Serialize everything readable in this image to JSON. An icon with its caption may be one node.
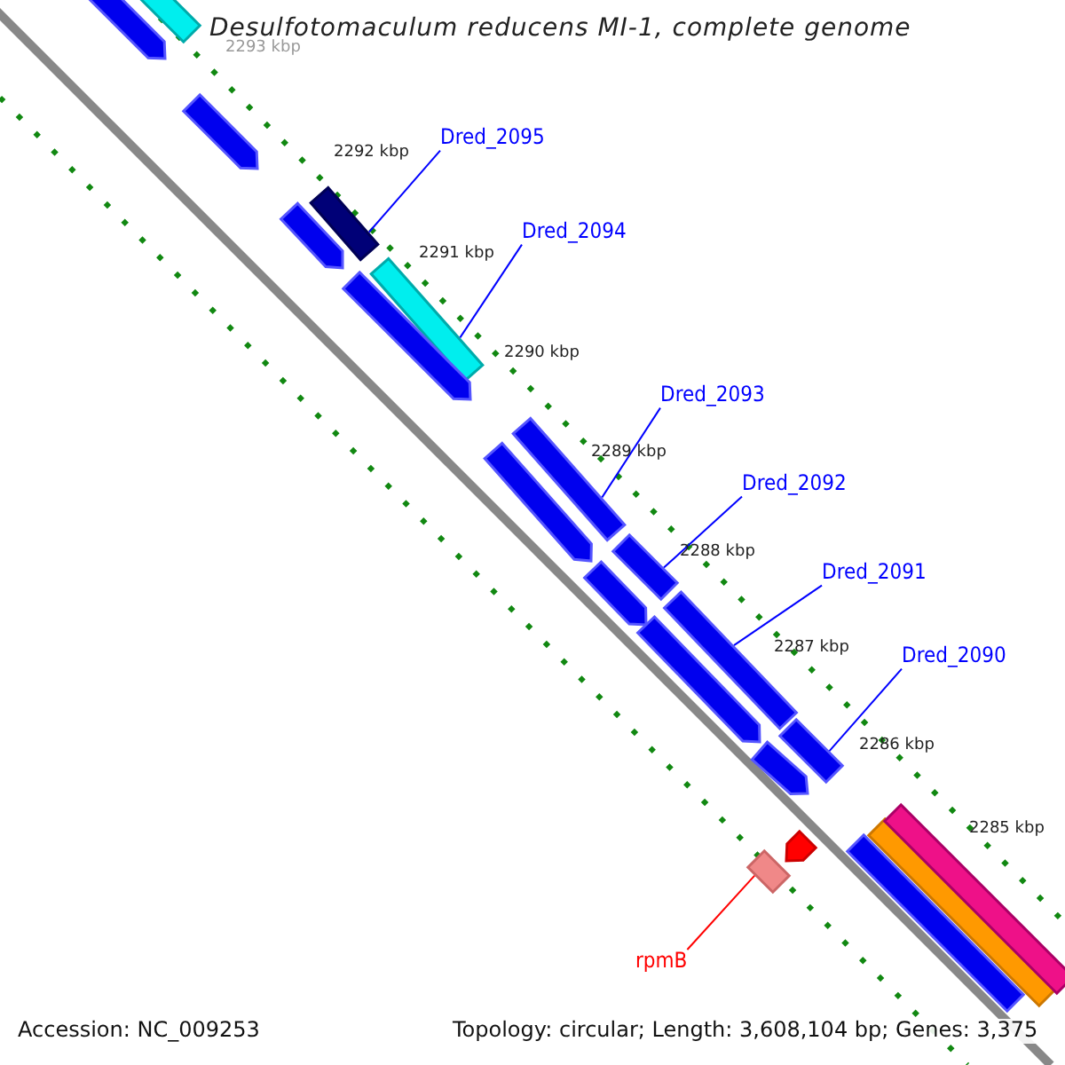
{
  "diagram": {
    "title": "Desulfotomaculum reducens MI-1, complete genome",
    "nodes": [
      {
        "text": [
          "Dred_2095"
        ]
      },
      {
        "text": [],
        "shape": "bar"
      },
      {
        "text": [
          "Dred_2094"
        ]
      },
      {
        "text": [],
        "shape": "bar"
      },
      {
        "text": [
          "Dred_2093"
        ]
      },
      {
        "text": [],
        "shape": "bar"
      },
      {
        "text": [
          "Dred_2092"
        ]
      },
      {
        "text": [],
        "shape": "bar"
      },
      {
        "text": [
          "Dred_2091"
        ]
      },
      {
        "text": [],
        "shape": "bar"
      },
      {
        "text": [
          "Dred_2090"
        ]
      },
      {
        "text": [],
        "shape": "bar"
      },
      {
        "text": [
          "rpmB"
        ]
      },
      {
        "text": [],
        "shape": "box"
      },
      {
        "text": [],
        "shape": "arrow"
      },
      {
        "text": [],
        "shape": "bar"
      },
      {
        "text": [],
        "shape": "arrow"
      },
      {
        "text": [],
        "shape": "arrow"
      },
      {
        "text": [],
        "shape": "arrow"
      },
      {
        "text": [],
        "shape": "arrow"
      },
      {
        "text": [],
        "shape": "arrow"
      },
      {
        "text": [],
        "shape": "arrow"
      },
      {
        "text": [],
        "shape": "arrow"
      },
      {
        "text": [],
        "shape": "arrow"
      },
      {
        "text": [],
        "shape": "bar"
      },
      {
        "text": [],
        "shape": "bar"
      },
      {
        "text": [],
        "shape": "bar"
      }
    ],
    "edges": [
      {
        "from": 0,
        "to": 1,
        "arrow": "none"
      },
      {
        "from": 2,
        "to": 3,
        "arrow": "none"
      },
      {
        "from": 4,
        "to": 5,
        "arrow": "none"
      },
      {
        "from": 6,
        "to": 7,
        "arrow": "none"
      },
      {
        "from": 8,
        "to": 9,
        "arrow": "none"
      },
      {
        "from": 10,
        "to": 11,
        "arrow": "none"
      },
      {
        "from": 12,
        "to": 13,
        "arrow": "none",
        "color": "#ff0000"
      }
    ],
    "labels": [
      "2293 kbp",
      "2292 kbp",
      "2291 kbp",
      "2290 kbp",
      "2289 kbp",
      "2288 kbp",
      "2287 kbp",
      "2286 kbp",
      "2285 kbp",
      "Accession: NC_009253",
      "Topology: circular; Length: 3,608,104 bp; Genes: 3,375"
    ]
  }
}
